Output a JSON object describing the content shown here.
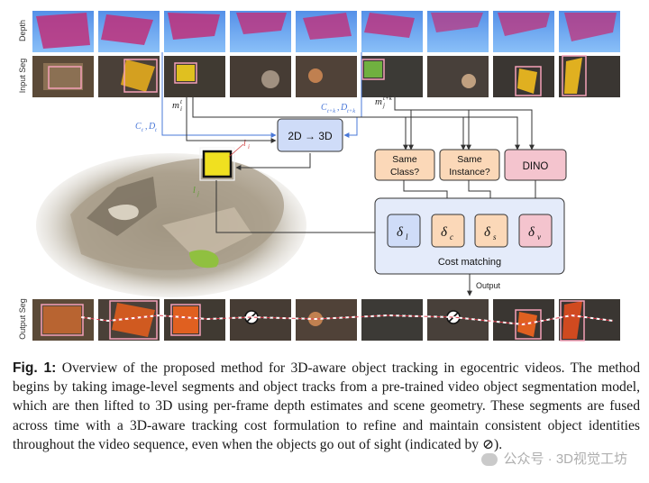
{
  "rows": {
    "depth": "Depth",
    "input_seg": "Input Seg",
    "output_seg": "Output Seg"
  },
  "math": {
    "m_t": "m",
    "m_t_sup": "t",
    "m_t_sub": "i",
    "m_tk": "m",
    "m_tk_sup": "t+k",
    "m_tk_sub": "j",
    "c_t_d_t": "C",
    "c_t_sub": "t",
    "d_t": "D",
    "d_t_sub": "t",
    "c_tk": "C",
    "c_tk_sub": "t+k",
    "d_tk": "D",
    "d_tk_sub": "t+k",
    "l_i": "l",
    "l_i_sub": "i",
    "l_j": "l",
    "l_j_sub": "j"
  },
  "blocks": {
    "lift": "2D → 3D",
    "same_class_1": "Same",
    "same_class_2": "Class?",
    "same_instance_1": "Same",
    "same_instance_2": "Instance?",
    "dino": "DINO",
    "cost_matching": "Cost matching",
    "output": "Output"
  },
  "deltas": [
    {
      "sym": "δ",
      "sub": "l"
    },
    {
      "sym": "δ",
      "sub": "c"
    },
    {
      "sym": "δ",
      "sub": "s"
    },
    {
      "sym": "δ",
      "sub": "v"
    }
  ],
  "colors": {
    "depth_bg": "#6fa8f0",
    "depth_fg": "#c0307a",
    "orange_block": "#fbd8b8",
    "pink_block": "#f4c4ce",
    "blue_block": "#cfdcf8",
    "cost_bg": "#e4ebfa",
    "blue_line": "#4a78d8",
    "dark_line": "#333333"
  },
  "caption": {
    "label": "Fig. 1:",
    "text": "Overview of the proposed method for 3D-aware object tracking in egocentric videos. The method begins by taking image-level segments and object tracks from a pre-trained video object segmentation model, which are then lifted to 3D using per-frame depth estimates and scene geometry. These segments are fused across time with a 3D-aware tracking cost formulation to refine and maintain consistent object identities throughout the video sequence, even when the objects go out of sight (indicated by ",
    "symbol": "⊘",
    "end": ")."
  },
  "watermark": "公众号 · 3D视觉工坊"
}
